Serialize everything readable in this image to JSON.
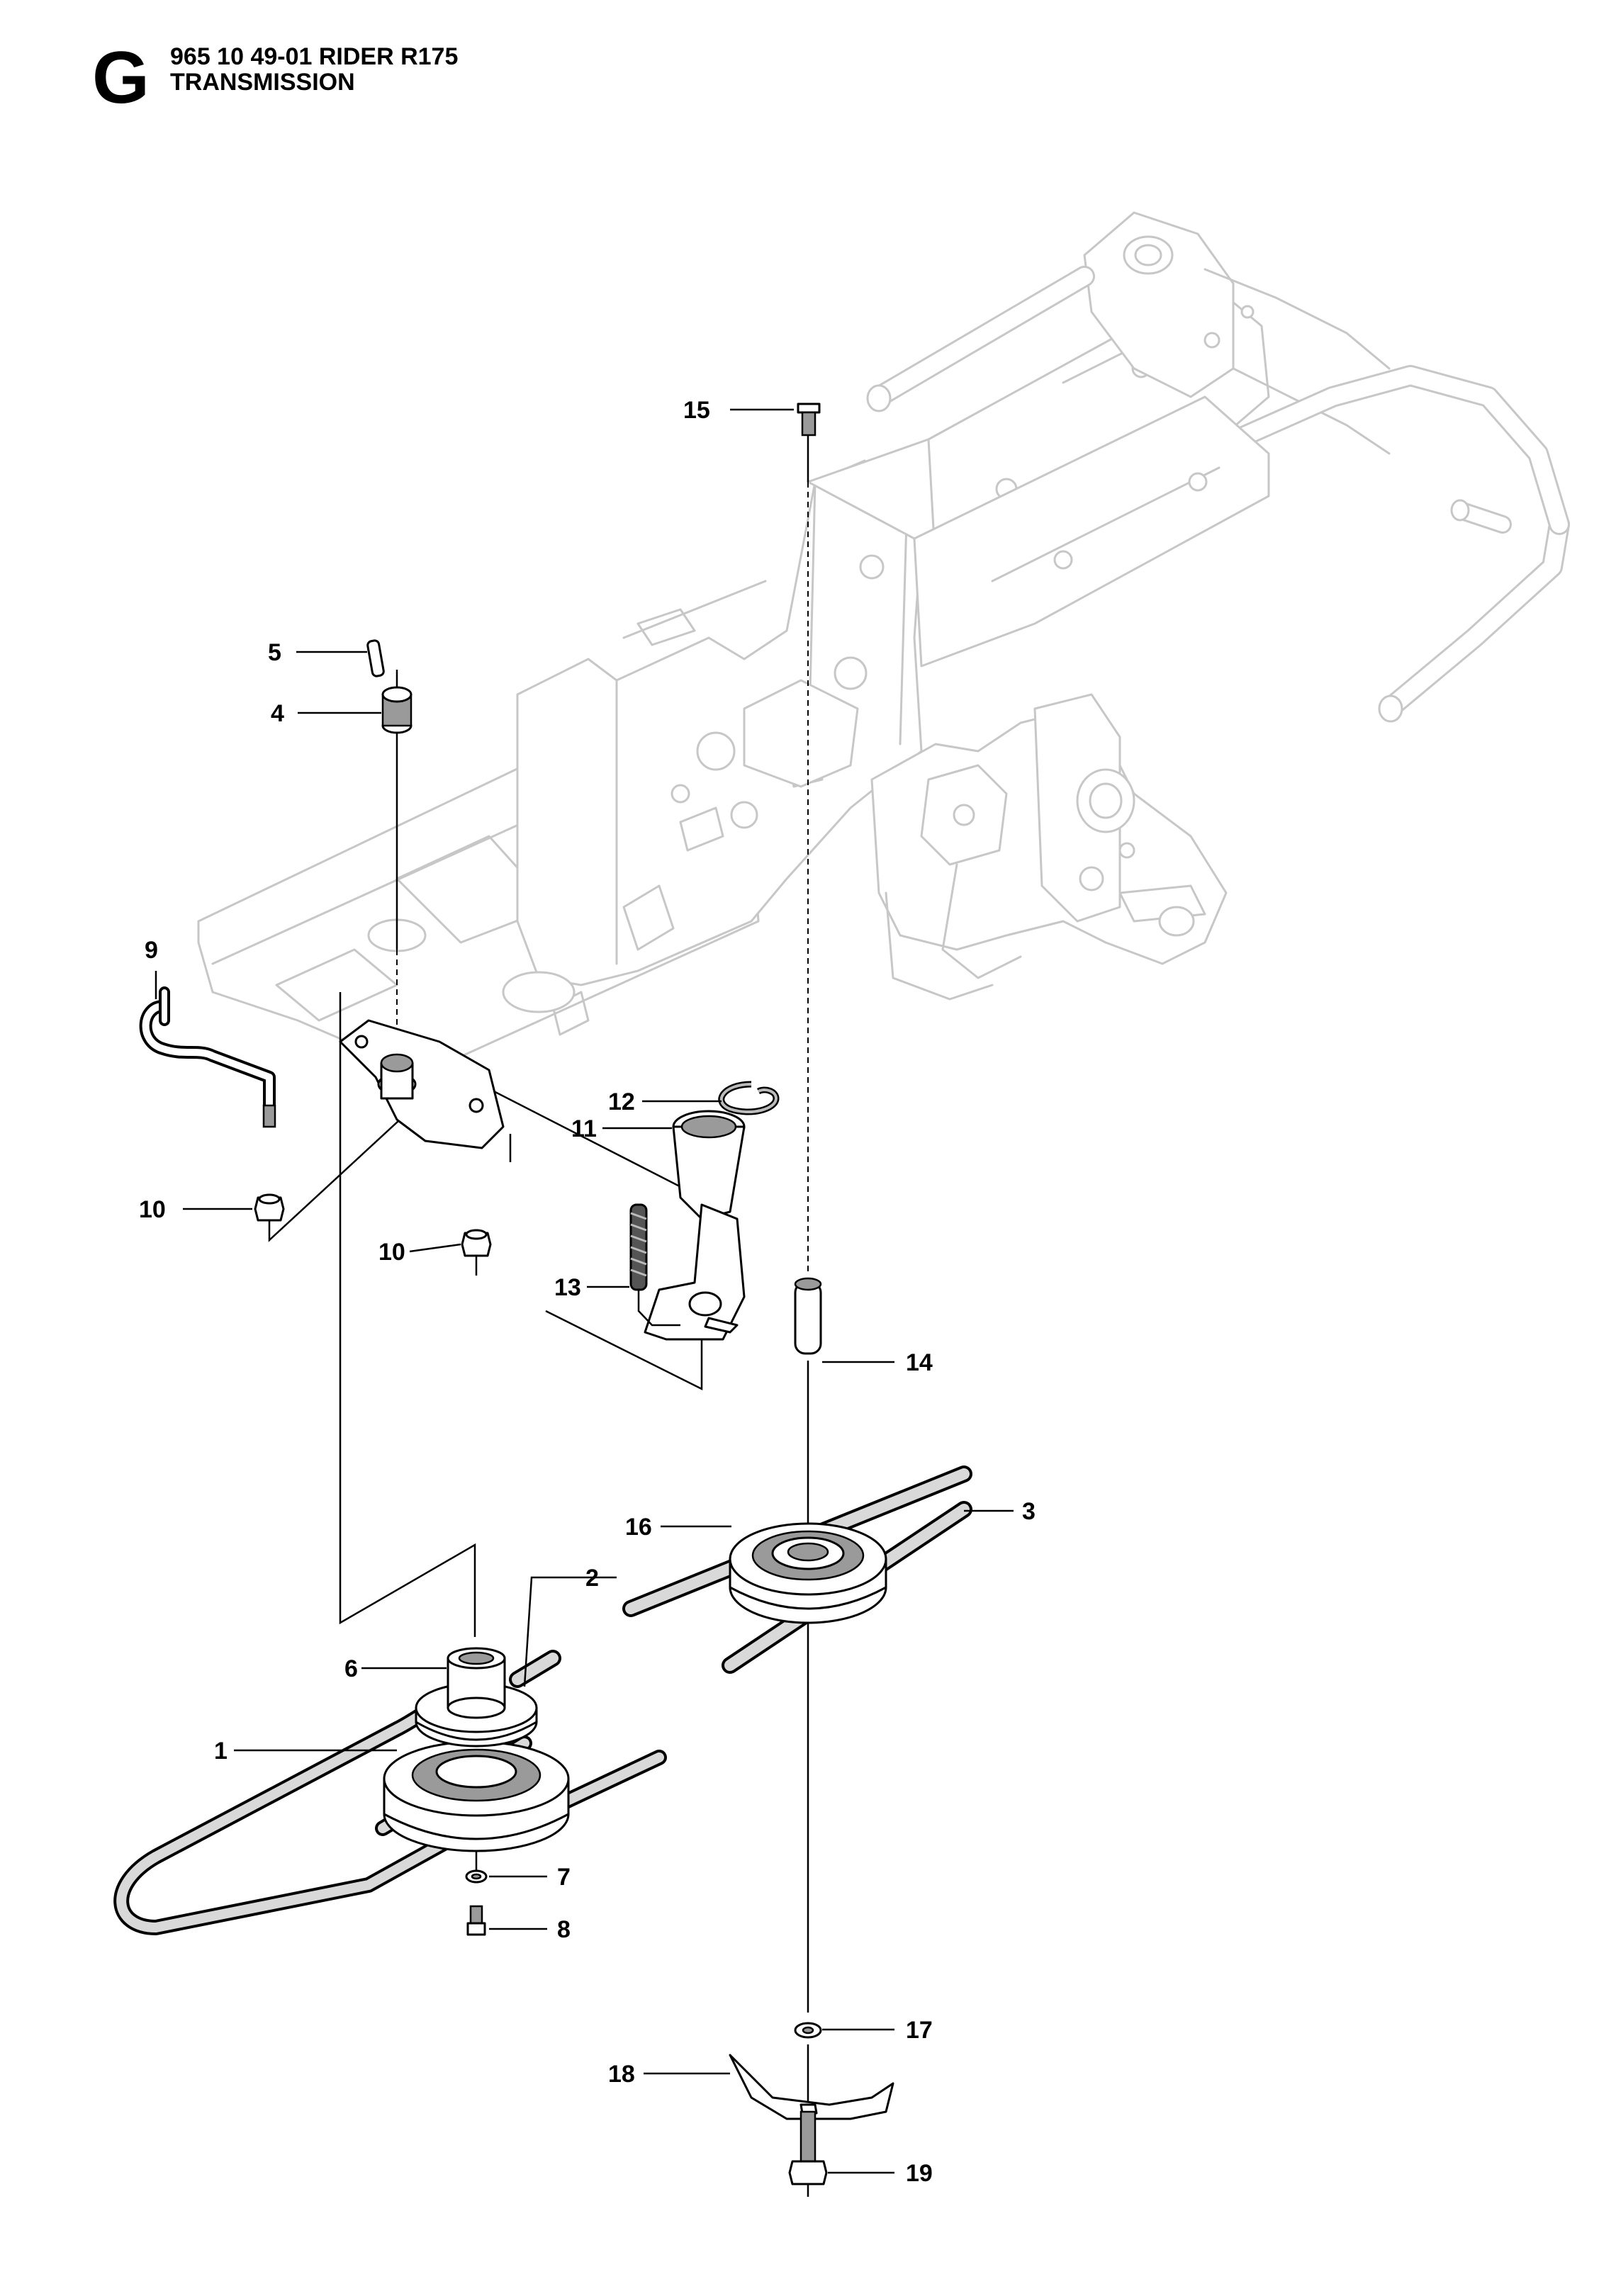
{
  "header": {
    "section_letter": "G",
    "model_line": "965 10 49-01 RIDER R175",
    "section_title": "TRANSMISSION"
  },
  "callouts": [
    {
      "id": "1",
      "label": "1"
    },
    {
      "id": "2",
      "label": "2"
    },
    {
      "id": "3",
      "label": "3"
    },
    {
      "id": "4",
      "label": "4"
    },
    {
      "id": "5",
      "label": "5"
    },
    {
      "id": "6",
      "label": "6"
    },
    {
      "id": "7",
      "label": "7"
    },
    {
      "id": "8",
      "label": "8"
    },
    {
      "id": "9",
      "label": "9"
    },
    {
      "id": "10a",
      "label": "10"
    },
    {
      "id": "10b",
      "label": "10"
    },
    {
      "id": "11",
      "label": "11"
    },
    {
      "id": "12",
      "label": "12"
    },
    {
      "id": "13",
      "label": "13"
    },
    {
      "id": "14",
      "label": "14"
    },
    {
      "id": "15",
      "label": "15"
    },
    {
      "id": "16",
      "label": "16"
    },
    {
      "id": "17",
      "label": "17"
    },
    {
      "id": "18",
      "label": "18"
    },
    {
      "id": "19",
      "label": "19"
    }
  ],
  "colors": {
    "ink": "#000000",
    "frame_outline": "#c7c7c7",
    "part_shade": "#9a9a9a",
    "background": "#ffffff"
  }
}
